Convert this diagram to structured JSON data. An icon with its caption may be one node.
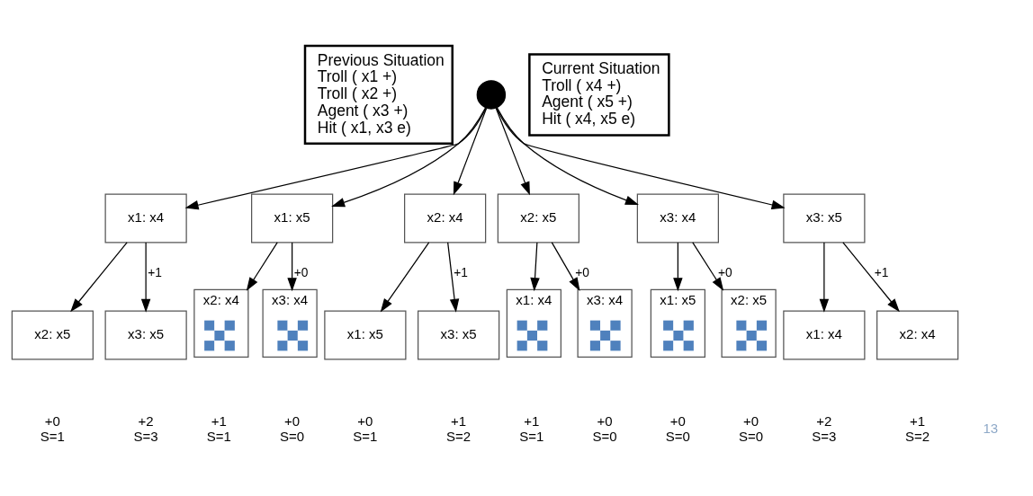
{
  "diagram": {
    "nodes": [
      {
        "text": [
          "Previous Situation",
          "Troll ( x1 +)",
          "Troll ( x2 +)",
          "Agent ( x3 +)",
          "Hit ( x1, x3 e)"
        ]
      },
      {
        "text": [
          "Current Situation",
          "Troll ( x4 +)",
          "Agent ( x5 +)",
          "Hit ( x4, x5 e)"
        ]
      },
      {
        "text": [],
        "shape": "circle"
      },
      {
        "text": [
          "x1: x4"
        ]
      },
      {
        "text": [
          "x1: x5"
        ]
      },
      {
        "text": [
          "x2: x4"
        ]
      },
      {
        "text": [
          "x2: x5"
        ]
      },
      {
        "text": [
          "x3: x4"
        ]
      },
      {
        "text": [
          "x3: x5"
        ]
      },
      {
        "text": [
          "x2: x5"
        ],
        "beside": [
          "+0",
          "S=1"
        ]
      },
      {
        "text": [
          "x3: x5"
        ],
        "beside": [
          "+2",
          "S=3"
        ]
      },
      {
        "text": [
          "x2: x4"
        ],
        "beside": [
          "+1",
          "S=1"
        ]
      },
      {
        "text": [],
        "shape": "cross",
        "in": 11
      },
      {
        "text": [
          "x3: x4"
        ],
        "beside": [
          "+0",
          "S=0"
        ]
      },
      {
        "text": [],
        "shape": "cross",
        "in": 13
      },
      {
        "text": [
          "x1: x5"
        ],
        "beside": [
          "+0",
          "S=1"
        ]
      },
      {
        "text": [
          "x3: x5"
        ],
        "beside": [
          "+1",
          "S=2"
        ]
      },
      {
        "text": [
          "x1: x4"
        ],
        "beside": [
          "+1",
          "S=1"
        ]
      },
      {
        "text": [],
        "shape": "cross",
        "in": 17
      },
      {
        "text": [
          "x3: x4"
        ],
        "beside": [
          "+0",
          "S=0"
        ]
      },
      {
        "text": [],
        "shape": "cross",
        "in": 19
      },
      {
        "text": [
          "x1: x5"
        ],
        "beside": [
          "+0",
          "S=0"
        ]
      },
      {
        "text": [],
        "shape": "cross",
        "in": 21
      },
      {
        "text": [
          "x2: x5"
        ],
        "beside": [
          "+0",
          "S=0"
        ]
      },
      {
        "text": [],
        "shape": "cross",
        "in": 23
      },
      {
        "text": [
          "x1: x4"
        ],
        "beside": [
          "+2",
          "S=3"
        ]
      },
      {
        "text": [
          "x2: x4"
        ],
        "beside": [
          "+1",
          "S=2"
        ]
      }
    ],
    "edges": [
      {
        "from": 2,
        "to": 3,
        "arrow": "to"
      },
      {
        "from": 2,
        "to": 4,
        "arrow": "to"
      },
      {
        "from": 2,
        "to": 5,
        "arrow": "to"
      },
      {
        "from": 2,
        "to": 6,
        "arrow": "to"
      },
      {
        "from": 2,
        "to": 7,
        "arrow": "to"
      },
      {
        "from": 2,
        "to": 8,
        "arrow": "to"
      },
      {
        "from": 3,
        "to": 9,
        "arrow": "to"
      },
      {
        "from": 3,
        "to": 10,
        "arrow": "to",
        "label": "+1"
      },
      {
        "from": 4,
        "to": 11,
        "arrow": "to"
      },
      {
        "from": 4,
        "to": 13,
        "arrow": "to",
        "label": "+0"
      },
      {
        "from": 5,
        "to": 15,
        "arrow": "to"
      },
      {
        "from": 5,
        "to": 16,
        "arrow": "to",
        "label": "+1"
      },
      {
        "from": 6,
        "to": 17,
        "arrow": "to"
      },
      {
        "from": 6,
        "to": 19,
        "arrow": "to",
        "label": "+0"
      },
      {
        "from": 7,
        "to": 21,
        "arrow": "to"
      },
      {
        "from": 7,
        "to": 23,
        "arrow": "to",
        "label": "+0"
      },
      {
        "from": 8,
        "to": 25,
        "arrow": "to"
      },
      {
        "from": 8,
        "to": 26,
        "arrow": "to",
        "label": "+1"
      }
    ],
    "labels": [
      "13"
    ]
  }
}
